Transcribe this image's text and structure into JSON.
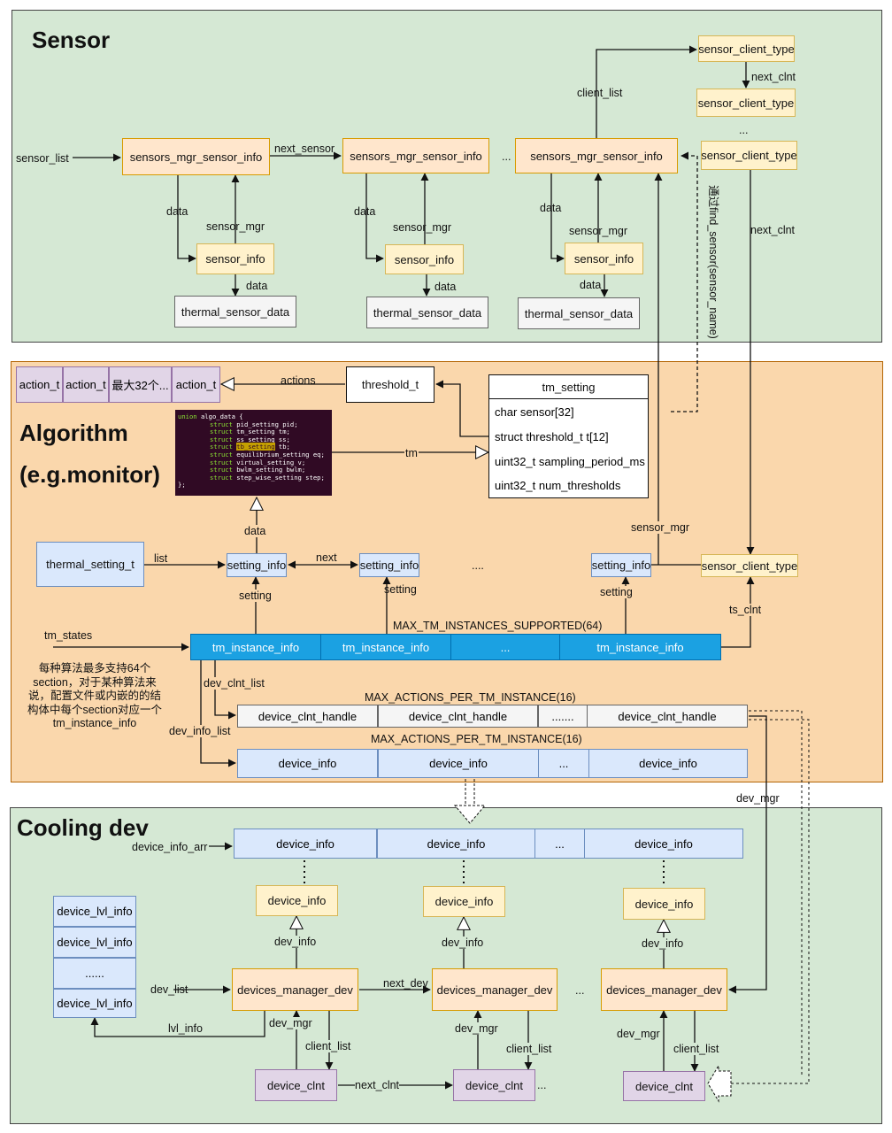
{
  "sections": {
    "sensor": "Sensor",
    "algorithm": "Algorithm",
    "algorithm_sub": "(e.g.monitor)",
    "cooling": "Cooling dev"
  },
  "sensor": {
    "sensor_list": "sensor_list",
    "mgr_info": "sensors_mgr_sensor_info",
    "next_sensor": "next_sensor",
    "ellipsis": "...",
    "data": "data",
    "sensor_mgr": "sensor_mgr",
    "sensor_info": "sensor_info",
    "thermal_sensor_data": "thermal_sensor_data",
    "client_list": "client_list",
    "sensor_client_type": "sensor_client_type",
    "next_clnt": "next_clnt",
    "find_sensor": "通过find_sensor(sensor_name)"
  },
  "algorithm": {
    "actions": [
      "action_t",
      "action_t",
      "最大32个...",
      "action_t"
    ],
    "actions_label": "actions",
    "threshold_t": "threshold_t",
    "tm_setting": {
      "title": "tm_setting",
      "fields": [
        "char  sensor[32]",
        "struct  threshold_t t[12]",
        "uint32_t sampling_period_ms",
        "uint32_t  num_thresholds"
      ]
    },
    "code": {
      "line1_kw": "union",
      "line1_rest": " algo_data {",
      "members": [
        {
          "kw": "struct",
          "text": " pid_setting pid;"
        },
        {
          "kw": "struct",
          "text": " tm_setting tm;"
        },
        {
          "kw": "struct",
          "text": " ss_setting ss;"
        },
        {
          "kw": "struct",
          "text": "tb_setting",
          "tail": " tb;"
        },
        {
          "kw": "struct",
          "text": " equilibrium_setting eq;"
        },
        {
          "kw": "struct",
          "text": " virtual_setting v;"
        },
        {
          "kw": "struct",
          "text": " bwlm_setting bwlm;"
        },
        {
          "kw": "struct",
          "text": " step_wise_setting step;"
        }
      ],
      "close": "};"
    },
    "tm": "tm",
    "data": "data",
    "thermal_setting_t": "thermal_setting_t",
    "list": "list",
    "setting_info": "setting_info",
    "next": "next",
    "setting": "setting",
    "dots": "....",
    "sensor_mgr": "sensor_mgr",
    "sensor_client_type": "sensor_client_type",
    "ts_clnt": "ts_clnt",
    "max_tm": "MAX_TM_INSTANCES_SUPPORTED(64)",
    "tm_states": "tm_states",
    "tm_instance": [
      "tm_instance_info",
      "tm_instance_info",
      "...",
      "tm_instance_info"
    ],
    "note": [
      "每种算法最多支持64个",
      "section，对于某种算法来",
      "说，配置文件或内嵌的的结",
      "构体中每个section对应一个",
      "tm_instance_info"
    ],
    "dev_clnt_list": "dev_clnt_list",
    "max_actions_1": "MAX_ACTIONS_PER_TM_INSTANCE(16)",
    "clnt_handles": [
      "device_clnt_handle",
      "device_clnt_handle",
      ".......",
      "device_clnt_handle"
    ],
    "dev_info_list": "dev_info_list",
    "max_actions_2": "MAX_ACTIONS_PER_TM_INSTANCE(16)",
    "device_infos": [
      "device_info",
      "device_info",
      "...",
      "device_info"
    ]
  },
  "cooling": {
    "dev_mgr": "dev_mgr",
    "device_info_arr": "device_info_arr",
    "arr": [
      "device_info",
      "device_info",
      "...",
      "device_info"
    ],
    "device_info": "device_info",
    "dev_info": "dev_info",
    "lvl": [
      "device_lvl_info",
      "device_lvl_info",
      "......",
      "device_lvl_info"
    ],
    "dev_list": "dev_list",
    "manager_dev": "devices_manager_dev",
    "next_dev": "next_dev",
    "ellipsis": "...",
    "lvl_info": "lvl_info",
    "dev_mgr_label": "dev_mgr",
    "client_list": "client_list",
    "device_clnt": "device_clnt",
    "next_clnt": "next_clnt"
  }
}
